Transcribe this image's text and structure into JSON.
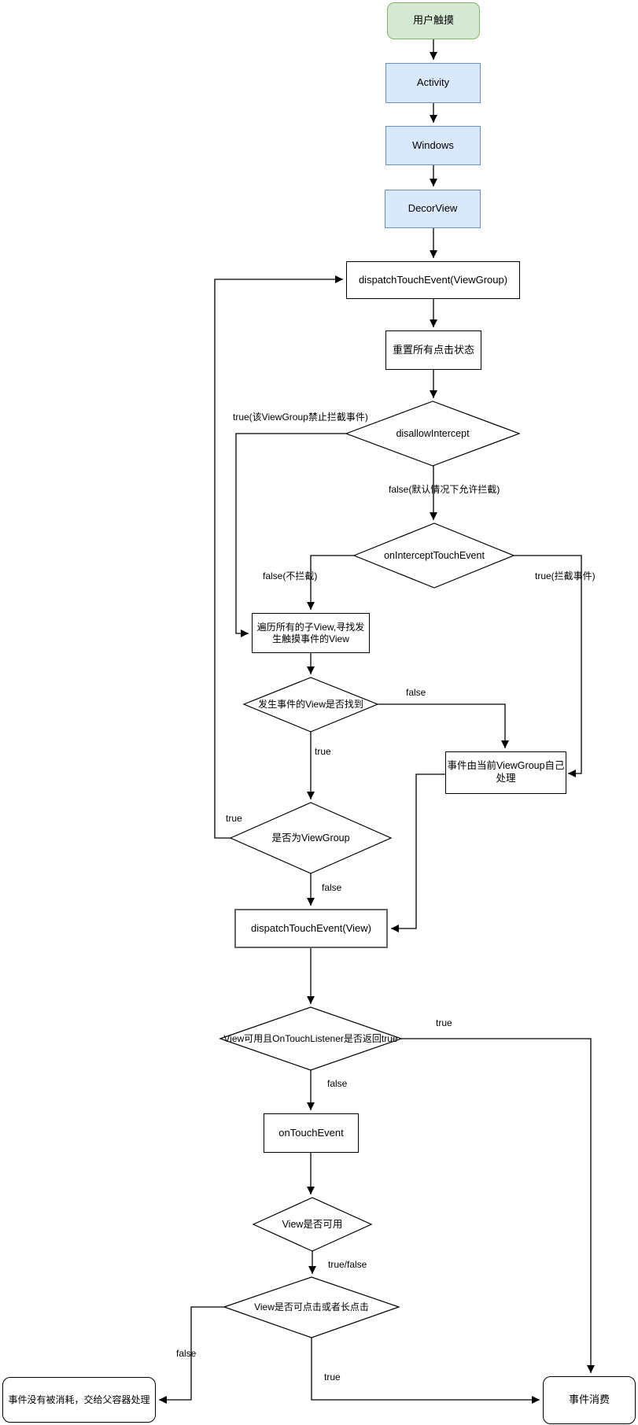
{
  "colors": {
    "line_color": "#000000",
    "start_fill": "#d5e8d4",
    "start_border": "#82b366",
    "stage_fill": "#dae8fc",
    "stage_border": "#6c8ebf",
    "process_fill": "#ffffff",
    "process_border": "#000000",
    "highlight_border": "#666666"
  },
  "nodes": {
    "start": {
      "label": "用户触摸"
    },
    "activity": {
      "label": "Activity"
    },
    "windows": {
      "label": "Windows"
    },
    "decor_view": {
      "label": "DecorView"
    },
    "dispatch_viewgroup": {
      "label": "dispatchTouchEvent(ViewGroup)"
    },
    "reset_state": {
      "label": "重置所有点击状态"
    },
    "disallow_intercept": {
      "label": "disallowIntercept"
    },
    "on_intercept_touch_event": {
      "label": "onInterceptTouchEvent"
    },
    "traverse_children": {
      "label": "遍历所有的子View,寻找发\n生触摸事件的View"
    },
    "view_found": {
      "label": "发生事件的View是否找到"
    },
    "viewgroup_self_handle": {
      "label": "事件由当前ViewGroup自己\n处理"
    },
    "is_viewgroup": {
      "label": "是否为ViewGroup"
    },
    "dispatch_view": {
      "label": "dispatchTouchEvent(View)"
    },
    "listener_returns_true": {
      "label": "View可用且OnTouchListener是否返回true"
    },
    "on_touch_event": {
      "label": "onTouchEvent"
    },
    "view_enabled": {
      "label": "View是否可用"
    },
    "view_clickable": {
      "label": "View是否可点击或者长点击"
    },
    "not_consumed": {
      "label": "事件没有被消耗，交给父容器处理"
    },
    "consumed": {
      "label": "事件消费"
    }
  },
  "edge_labels": {
    "disallow_true": "true(该ViewGroup禁止拦截事件)",
    "disallow_false": "false(默认情况下允许拦截)",
    "intercept_false": "false(不拦截)",
    "intercept_true": "true(拦截事件)",
    "found_false": "false",
    "found_true": "true",
    "isviewgroup_true": "true",
    "isviewgroup_false": "false",
    "listener_true": "true",
    "listener_false": "false",
    "enabled_result": "true/false",
    "clickable_false": "false",
    "clickable_true": "true"
  }
}
